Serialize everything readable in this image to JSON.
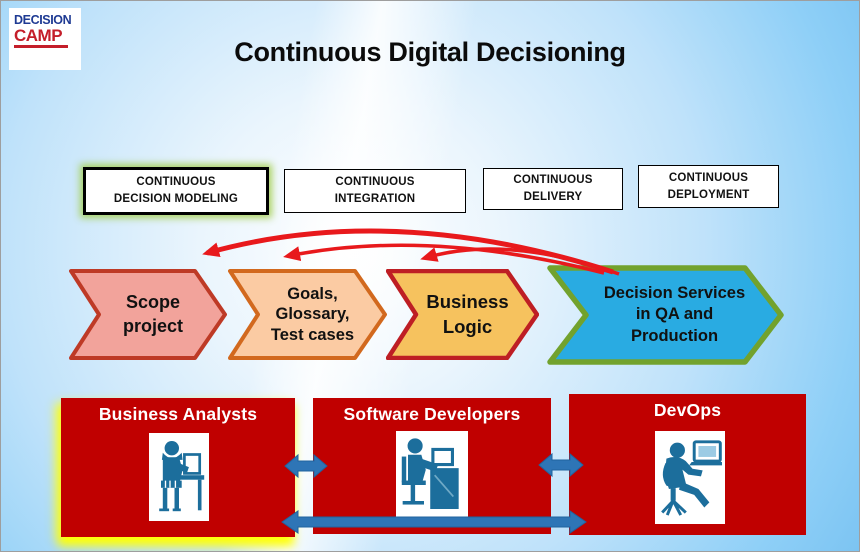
{
  "slide": {
    "title": "Continuous Digital Decisioning"
  },
  "logo": {
    "line1": "DECISION",
    "line2": "CAMP"
  },
  "stages": {
    "items": [
      {
        "lines": [
          "CONTINUOUS",
          "DECISION MODELING"
        ],
        "highlighted": true
      },
      {
        "lines": [
          "CONTINUOUS",
          "INTEGRATION"
        ],
        "highlighted": false
      },
      {
        "lines": [
          "CONTINUOUS",
          "DELIVERY"
        ],
        "highlighted": false
      },
      {
        "lines": [
          "CONTINUOUS",
          "DEPLOYMENT"
        ],
        "highlighted": false
      }
    ]
  },
  "chevrons": {
    "items": [
      {
        "lines": [
          "Scope",
          "project"
        ],
        "fill": "#F2A39B",
        "border": "#BE3A26"
      },
      {
        "lines": [
          "Goals,",
          "Glossary,",
          "Test cases"
        ],
        "fill": "#FBCBA3",
        "border": "#D2691E"
      },
      {
        "lines": [
          "Business",
          "Logic"
        ],
        "fill": "#F6C25E",
        "border": "#BE1E24"
      },
      {
        "lines": [
          "Decision Services",
          "in QA and",
          "Production"
        ],
        "fill": "#29ABE2",
        "border": "#72A22D"
      }
    ]
  },
  "teams": {
    "items": [
      {
        "label": "Business Analysts",
        "icon": "business-analyst-at-desk-icon",
        "highlighted": true
      },
      {
        "label": "Software Developers",
        "icon": "developer-at-workstation-icon",
        "highlighted": false
      },
      {
        "label": "DevOps",
        "icon": "devops-engineer-with-laptop-icon",
        "highlighted": false
      }
    ]
  },
  "colors": {
    "team_box": "#C00000",
    "feedback_arrow_red": "#E8191C",
    "flow_arrow_blue": "#2E75B6",
    "stage_highlight_glow": "#A0CD46",
    "team_highlight_glow": "#FFFF00",
    "person_icon_blue": "#1C6E9C",
    "logo_blue": "#1E3A93",
    "logo_red": "#C41E2A"
  }
}
